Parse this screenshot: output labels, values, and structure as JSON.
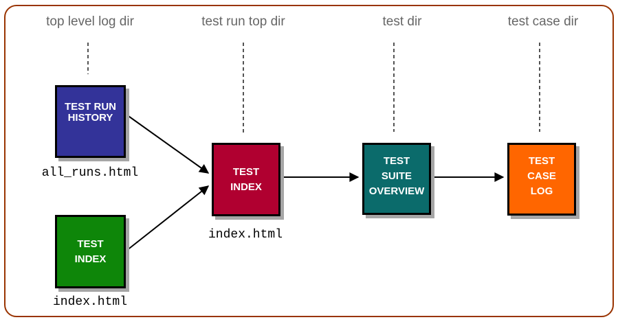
{
  "diagram": {
    "headers": [
      {
        "label": "top level log dir"
      },
      {
        "label": "test run top dir"
      },
      {
        "label": "test dir"
      },
      {
        "label": "test case dir"
      }
    ],
    "boxes": [
      {
        "id": "test-run-history",
        "label": "TEST RUN\nHISTORY",
        "color": "#333399",
        "file_label": "all_runs.html"
      },
      {
        "id": "test-index-run",
        "label": "TEST\nINDEX",
        "color": "#0e8609",
        "file_label": "index.html"
      },
      {
        "id": "test-index-main",
        "label": "TEST\nINDEX",
        "color": "#b00030",
        "file_label": "index.html"
      },
      {
        "id": "test-suite-overview",
        "label": "TEST\nSUITE\nOVERVIEW",
        "color": "#0b6b6b"
      },
      {
        "id": "test-case-log",
        "label": "TEST\nCASE\nLOG",
        "color": "#ff6600"
      }
    ],
    "colors": {
      "frame_border": "#993300",
      "header_text": "#666666",
      "node_border": "#000000",
      "node_shadow": "#a6a6a6",
      "arrow": "#000000"
    }
  }
}
